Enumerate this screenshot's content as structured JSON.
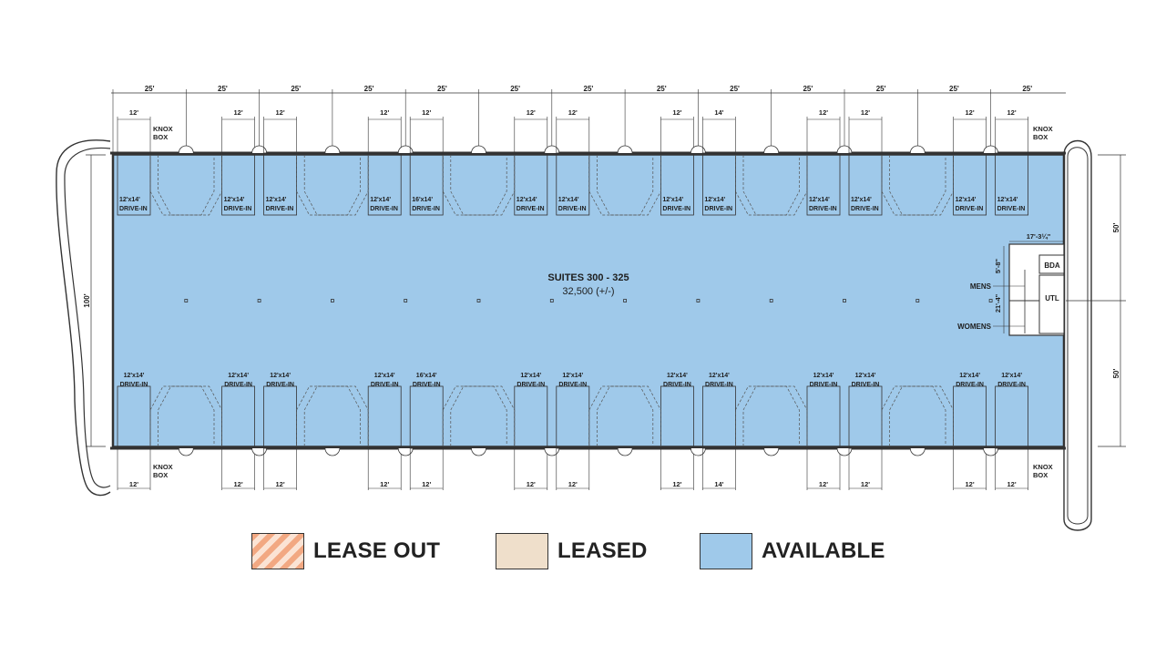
{
  "suite": {
    "name": "SUITES 300 - 325",
    "area": "32,500 (+/-)"
  },
  "dims": {
    "bay_width": "25'",
    "overall_depth": "100'",
    "half_depth": "50'",
    "core_width": "17'-3¼\"",
    "core_top": "5'-8\"",
    "core_mid": "21'-4\""
  },
  "door_widths_top": [
    "12'",
    "12'",
    "12'",
    "12'",
    "12'",
    "12'",
    "12'",
    "12'",
    "14'",
    "12'",
    "12'",
    "12'",
    "12'"
  ],
  "door_widths_bottom": [
    "12'",
    "12'",
    "12'",
    "12'",
    "12'",
    "12'",
    "12'",
    "12'",
    "14'",
    "12'",
    "12'",
    "12'",
    "12'"
  ],
  "doors_top": [
    {
      "size": "12'x14'",
      "type": "DRIVE-IN"
    },
    {
      "size": "12'x14'",
      "type": "DRIVE-IN"
    },
    {
      "size": "12'x14'",
      "type": "DRIVE-IN"
    },
    {
      "size": "12'x14'",
      "type": "DRIVE-IN"
    },
    {
      "size": "16'x14'",
      "type": "DRIVE-IN"
    },
    {
      "size": "12'x14'",
      "type": "DRIVE-IN"
    },
    {
      "size": "12'x14'",
      "type": "DRIVE-IN"
    },
    {
      "size": "12'x14'",
      "type": "DRIVE-IN"
    },
    {
      "size": "12'x14'",
      "type": "DRIVE-IN"
    },
    {
      "size": "12'x14'",
      "type": "DRIVE-IN"
    },
    {
      "size": "12'x14'",
      "type": "DRIVE-IN"
    },
    {
      "size": "12'x14'",
      "type": "DRIVE-IN"
    },
    {
      "size": "12'x14'",
      "type": "DRIVE-IN"
    }
  ],
  "doors_bottom": [
    {
      "size": "12'x14'",
      "type": "DRIVE-IN"
    },
    {
      "size": "12'x14'",
      "type": "DRIVE-IN"
    },
    {
      "size": "12'x14'",
      "type": "DRIVE-IN"
    },
    {
      "size": "12'x14'",
      "type": "DRIVE-IN"
    },
    {
      "size": "16'x14'",
      "type": "DRIVE-IN"
    },
    {
      "size": "12'x14'",
      "type": "DRIVE-IN"
    },
    {
      "size": "12'x14'",
      "type": "DRIVE-IN"
    },
    {
      "size": "12'x14'",
      "type": "DRIVE-IN"
    },
    {
      "size": "12'x14'",
      "type": "DRIVE-IN"
    },
    {
      "size": "12'x14'",
      "type": "DRIVE-IN"
    },
    {
      "size": "12'x14'",
      "type": "DRIVE-IN"
    },
    {
      "size": "12'x14'",
      "type": "DRIVE-IN"
    },
    {
      "size": "12'x14'",
      "type": "DRIVE-IN"
    }
  ],
  "rooms": {
    "bda": "BDA",
    "utl": "UTL",
    "mens": "MENS",
    "womens": "WOMENS"
  },
  "knox_box": {
    "line1": "KNOX",
    "line2": "BOX"
  },
  "colors": {
    "available": "#9fc9ea",
    "leased": "#efdfcb",
    "lease_out_a": "#f2a882",
    "lease_out_b": "#fbe3d4",
    "wall": "#333333"
  },
  "legend": [
    {
      "label": "LEASE OUT",
      "style": "hatch"
    },
    {
      "label": "LEASED",
      "color": "#efdfcb"
    },
    {
      "label": "AVAILABLE",
      "color": "#9fc9ea"
    }
  ]
}
